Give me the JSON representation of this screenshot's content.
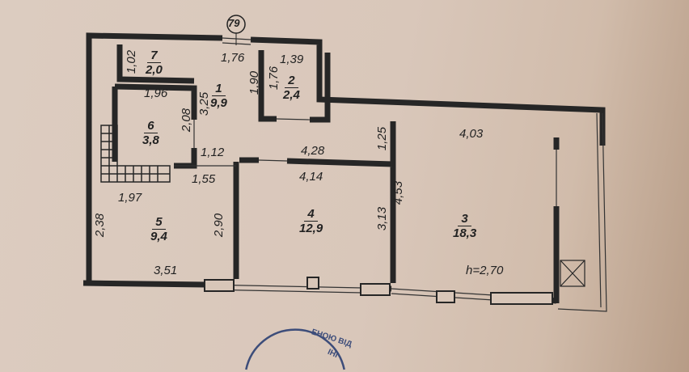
{
  "plan": {
    "axis_marker": "79",
    "ceiling_height": "h=2,70",
    "rooms": [
      {
        "number": "1",
        "area": "9,9"
      },
      {
        "number": "2",
        "area": "2,4"
      },
      {
        "number": "3",
        "area": "18,3"
      },
      {
        "number": "4",
        "area": "12,9"
      },
      {
        "number": "5",
        "area": "9,4"
      },
      {
        "number": "6",
        "area": "3,8"
      },
      {
        "number": "7",
        "area": "2,0"
      }
    ],
    "dimensions": [
      "1,02",
      "1,76",
      "1,39",
      "1,90",
      "1,76",
      "1,96",
      "3,25",
      "2,08",
      "1,12",
      "4,28",
      "1,25",
      "4,03",
      "1,55",
      "4,14",
      "1,97",
      "2,38",
      "2,90",
      "3,13",
      "4,53",
      "3,51"
    ]
  },
  "stamp": {
    "text": "ЕНОЮ ВІД",
    "text2": "ІНІ"
  }
}
